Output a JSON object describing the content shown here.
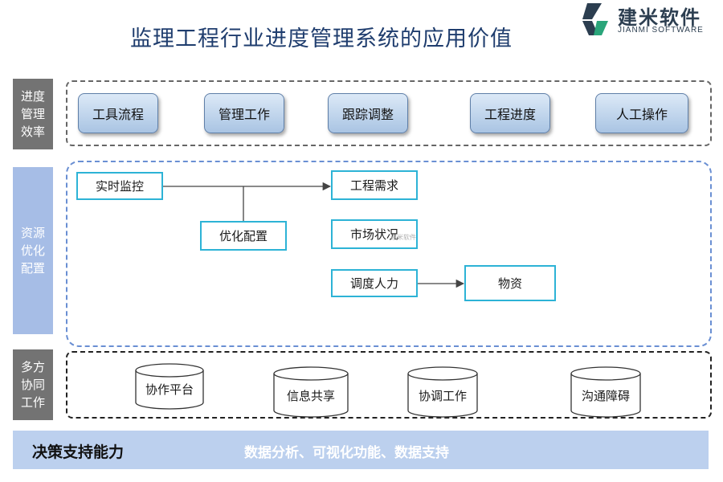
{
  "title": "监理工程行业进度管理系统的应用价值",
  "logo": {
    "cn": "建米软件",
    "en": "JIANMI SOFTWARE",
    "icon": "jianmi-logo-mark"
  },
  "rows": {
    "efficiency": {
      "label": "进度管理效率",
      "items": [
        "工具流程",
        "管理工作",
        "跟踪调整",
        "工程进度",
        "人工操作"
      ]
    },
    "resource": {
      "label": "资源优化配置",
      "nodes": {
        "monitor": "实时监控",
        "optimize": "优化配置",
        "demand": "工程需求",
        "market": "市场状况",
        "staff": "调度人力",
        "materials": "物资"
      }
    },
    "collab": {
      "label": "多方协同工作",
      "items": [
        "协作平台",
        "信息共享",
        "协调工作",
        "沟通障碍"
      ]
    }
  },
  "decision": {
    "title": "决策支持能力",
    "text": "数据分析、可视化功能、数据支持"
  },
  "watermark": "建米软件",
  "colors": {
    "accent": "#2db3d6",
    "title": "#1f3d6e",
    "bar": "#bcd0ee",
    "side_dark": "#737373",
    "side_blue": "#a6bde6"
  }
}
